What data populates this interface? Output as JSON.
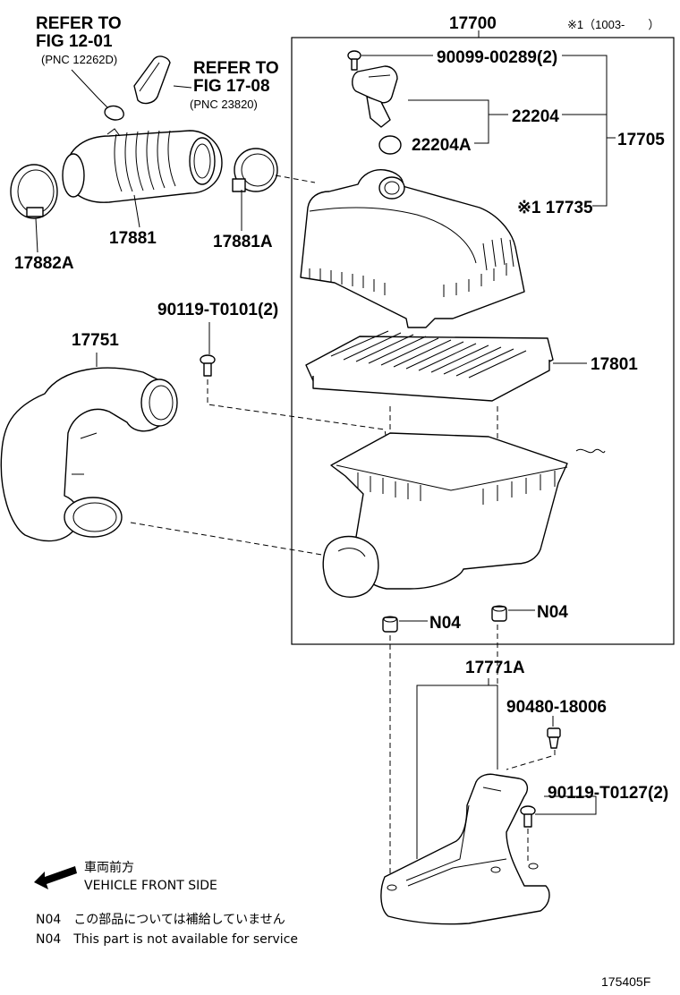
{
  "refs": {
    "top_left": {
      "line1": "REFER TO",
      "line2": "FIG 12-01",
      "pnc": "(PNC 12262D)"
    },
    "top_mid": {
      "line1": "REFER TO",
      "line2": "FIG 17-08",
      "pnc": "(PNC 23820)"
    }
  },
  "header": {
    "assembly_number": "17700",
    "note": "※1（1003-　　）"
  },
  "parts": {
    "p90099": "90099-00289(2)",
    "p22204": "22204",
    "p22204A": "22204A",
    "p17705": "17705",
    "p17735": "※1 17735",
    "p17881": "17881",
    "p17881A": "17881A",
    "p17882A": "17882A",
    "p90119a": "90119-T0101(2)",
    "p17751": "17751",
    "p17801": "17801",
    "n04_left": "N04",
    "n04_right": "N04",
    "p17771A": "17771A",
    "p90480": "90480-18006",
    "p90119b": "90119-T0127(2)"
  },
  "legend": {
    "direction_jp": "車両前方",
    "direction_en": "VEHICLE FRONT SIDE",
    "n04_jp": "N04　この部品については補給していません",
    "n04_en": "N04　This part is not available for service"
  },
  "figure_id": "175405F"
}
